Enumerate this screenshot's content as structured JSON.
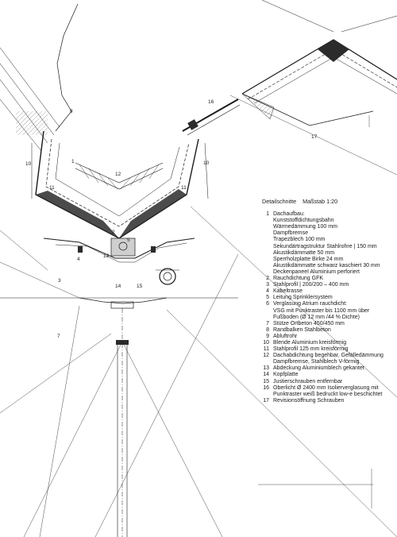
{
  "legend": {
    "title": "Detailschnitte",
    "scale": "Maßstab 1:20",
    "items": [
      {
        "num": "1",
        "lines": [
          "Dachaufbau:",
          "Kunststoffdichtungsbahn",
          "Wärmedämmung 100 mm",
          "Dampfbremse",
          "Trapezblech 100 mm",
          "Sekundärtragstruktur Stahlrohre | 150 mm",
          "Akustikdämmatte 50 mm",
          "Sperrholzplatte Birke 24 mm",
          "Akustikdämmatte schwarz kaschiert 30 mm",
          "Deckenpaneel Aluminium perforiert"
        ]
      },
      {
        "num": "2",
        "lines": [
          "Rauchdichtung GFK"
        ]
      },
      {
        "num": "3",
        "lines": [
          "Stahlprofil | 200/200 – 400 mm"
        ]
      },
      {
        "num": "4",
        "lines": [
          "Kabeltrasse"
        ]
      },
      {
        "num": "5",
        "lines": [
          "Leitung Sprinklersystem"
        ]
      },
      {
        "num": "6",
        "lines": [
          "Verglasung Atrium rauchdicht:",
          "VSG mit Punktraster bis 1100 mm über",
          "Fußboden (Ø 12 mm /44 % Dichte)"
        ]
      },
      {
        "num": "7",
        "lines": [
          "Stütze Ortbeton 450/450 mm"
        ]
      },
      {
        "num": "8",
        "lines": [
          "Randbalken Stahlbeton"
        ]
      },
      {
        "num": "9",
        "lines": [
          "Abluftrohr"
        ]
      },
      {
        "num": "10",
        "lines": [
          "Blende Aluminium kreisförmig"
        ]
      },
      {
        "num": "11",
        "lines": [
          "Stahlprofil 125 mm kreisförmig"
        ]
      },
      {
        "num": "12",
        "lines": [
          "Dachabdichtung begehbar, Gefälledämmung",
          "Dampfbremse, Stahlblech V-förmig"
        ]
      },
      {
        "num": "13",
        "lines": [
          "Abdeckung Aluminiumblech gekantet"
        ]
      },
      {
        "num": "14",
        "lines": [
          "Kopfplatte"
        ]
      },
      {
        "num": "15",
        "lines": [
          "Justierschrauben entfernbar"
        ]
      },
      {
        "num": "16",
        "lines": [
          "Oberlicht Ø 2400 mm Isolierverglasung mit",
          "Punktraster weiß bedruckt low-e beschichtet"
        ]
      },
      {
        "num": "17",
        "lines": [
          "Revisionsöffnung Schrauben"
        ]
      }
    ]
  },
  "callouts": [
    {
      "id": "9",
      "text": "9"
    },
    {
      "id": "10a",
      "text": "10"
    },
    {
      "id": "1",
      "text": "1"
    },
    {
      "id": "12",
      "text": "12"
    },
    {
      "id": "10b",
      "text": "10"
    },
    {
      "id": "16",
      "text": "16"
    },
    {
      "id": "17",
      "text": "17"
    },
    {
      "id": "11a",
      "text": "11"
    },
    {
      "id": "11b",
      "text": "11"
    },
    {
      "id": "2",
      "text": "2"
    },
    {
      "id": "5",
      "text": "5"
    },
    {
      "id": "4",
      "text": "4"
    },
    {
      "id": "13",
      "text": "13"
    },
    {
      "id": "3",
      "text": "3"
    },
    {
      "id": "14",
      "text": "14"
    },
    {
      "id": "15",
      "text": "15"
    },
    {
      "id": "7",
      "text": "7"
    }
  ],
  "colors": {
    "line": "#1a1a1a",
    "fill_dark": "#2b2b2b",
    "fill_grey": "#cfcfcf"
  }
}
